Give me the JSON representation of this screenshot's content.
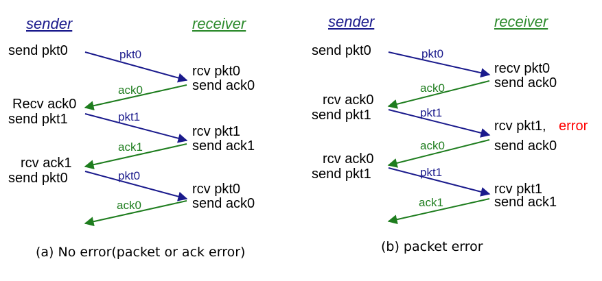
{
  "colors": {
    "pkt": "#1a1a8c",
    "ack": "#1e7d1e",
    "error": "#ff0000",
    "sender_header": "#1a1a8c",
    "receiver_header": "#2e8b2e"
  },
  "left": {
    "sender_header": "sender",
    "receiver_header": "receiver",
    "sender_events": [
      "send pkt0",
      "Recv ack0",
      "send pkt1",
      "rcv ack1",
      "send pkt0"
    ],
    "receiver_events": [
      "rcv pkt0",
      "send ack0",
      "rcv pkt1",
      "send ack1",
      "rcv pkt0",
      "send ack0"
    ],
    "messages": [
      "pkt0",
      "ack0",
      "pkt1",
      "ack1",
      "pkt0",
      "ack0"
    ],
    "caption": "(a) No error(packet or ack error)"
  },
  "right": {
    "sender_header": "sender",
    "receiver_header": "receiver",
    "sender_events": [
      "send pkt0",
      "rcv ack0",
      "send pkt1",
      "rcv ack0",
      "send pkt1"
    ],
    "receiver_events": [
      "recv pkt0",
      "send ack0",
      "rcv pkt1,",
      "send ack0",
      "rcv pkt1",
      "send ack1"
    ],
    "error_text": "error",
    "messages": [
      "pkt0",
      "ack0",
      "pkt1",
      "ack0",
      "pkt1",
      "ack1"
    ],
    "caption": "(b) packet error"
  }
}
